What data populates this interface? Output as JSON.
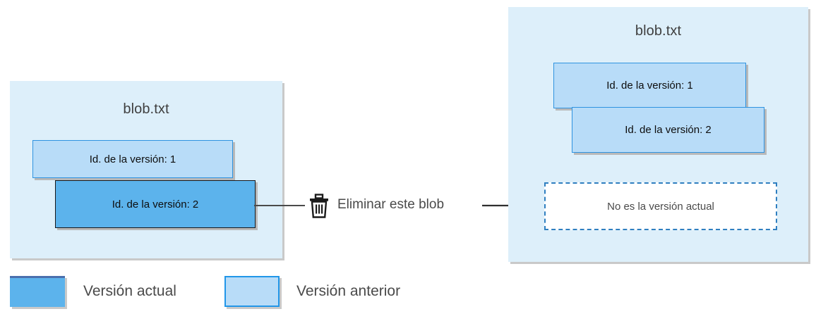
{
  "diagram": {
    "title_left": "blob.txt",
    "title_right": "blob.txt",
    "left_container": {
      "name": "blob.txt",
      "versions": [
        {
          "label": "Id. de la versión: 1",
          "state": "previous"
        },
        {
          "label": "Id. de la versión: 2",
          "state": "current"
        }
      ]
    },
    "right_container": {
      "name": "blob.txt",
      "versions": [
        {
          "label": "Id. de la versión: 1",
          "state": "previous"
        },
        {
          "label": "Id. de la versión: 2",
          "state": "previous"
        }
      ],
      "note": "No es la versión actual"
    },
    "action": {
      "icon": "trash-icon",
      "label": "Eliminar este blob"
    },
    "legend": [
      {
        "label": "Versión actual",
        "color": "#5CB3EC",
        "swatch": "current"
      },
      {
        "label": "Versión anterior",
        "color": "#B8DCF8",
        "swatch": "previous"
      }
    ],
    "colors": {
      "container_bg": "#DDEFFA",
      "current_version": "#5CB3EC",
      "previous_version": "#B8DCF8",
      "previous_border": "#2196E8",
      "current_border": "#17171A",
      "dashed_border": "#2F7FC0",
      "text": "#4A4A4A"
    }
  }
}
